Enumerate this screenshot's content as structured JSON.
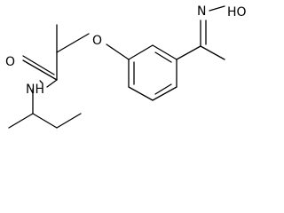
{
  "molecule": {
    "atoms": {
      "carbonyl_oxygen": "O",
      "ether_oxygen": "O",
      "amide_nitrogen": "NH",
      "oxime_nitrogen": "N",
      "hydroxyl": "HO"
    }
  }
}
